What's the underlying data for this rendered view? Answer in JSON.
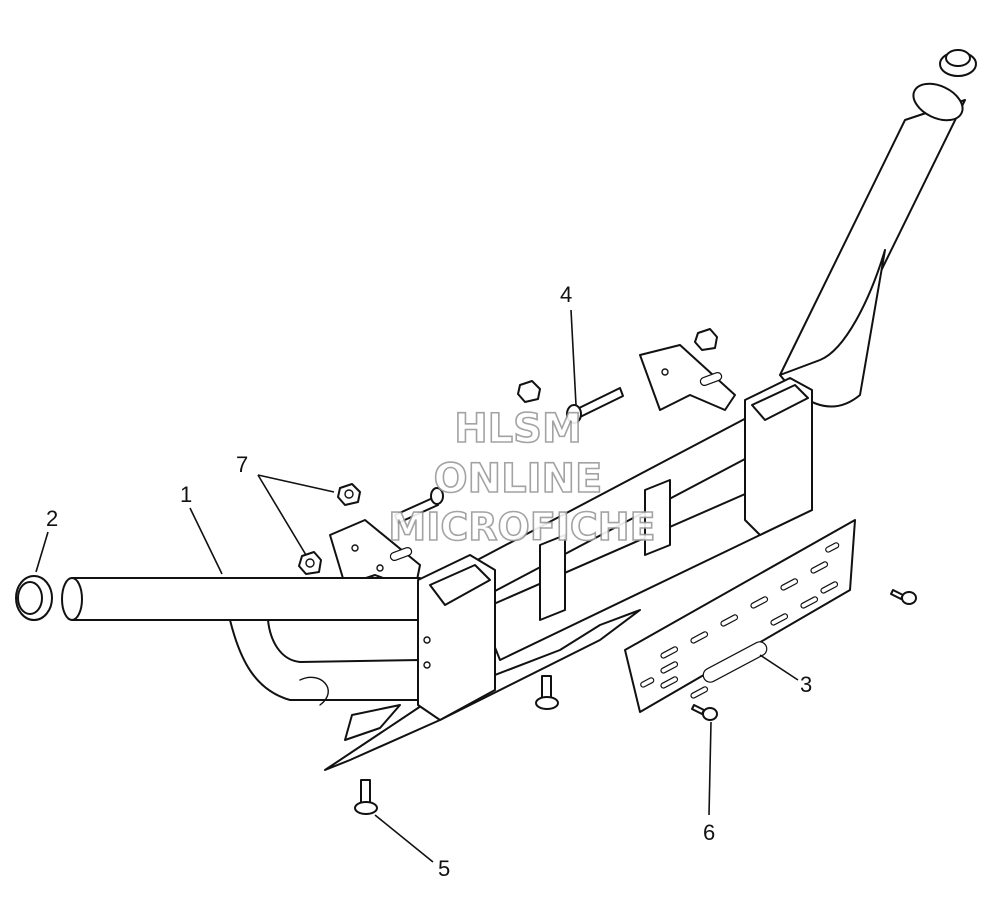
{
  "callouts": {
    "c1": "1",
    "c2": "2",
    "c3": "3",
    "c4": "4",
    "c5": "5",
    "c6": "6",
    "c7": "7"
  },
  "watermark": {
    "line1": "HLSM",
    "line2": "ONLINE",
    "line3": "MICROFICHE"
  }
}
